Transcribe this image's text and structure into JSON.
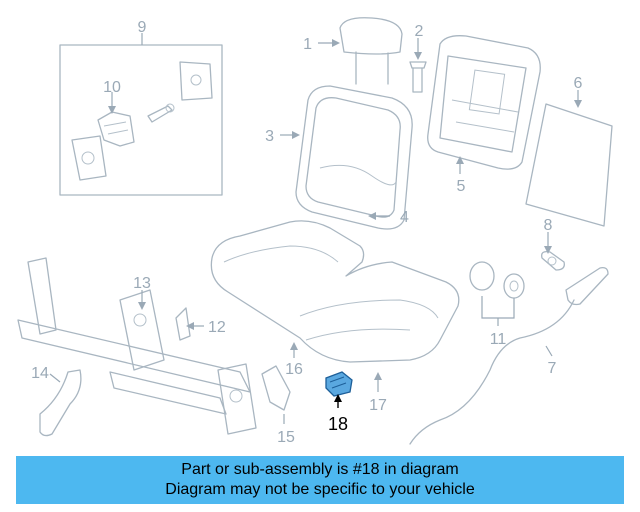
{
  "diagram": {
    "callouts": [
      "1",
      "2",
      "3",
      "4",
      "5",
      "6",
      "7",
      "8",
      "9",
      "10",
      "11",
      "12",
      "13",
      "14",
      "15",
      "16",
      "17",
      "18"
    ],
    "highlight_part": "18"
  },
  "banner": {
    "line1": "Part or sub-assembly is #18 in diagram",
    "line2": "Diagram may not be specific to your vehicle",
    "color": "#4db8f0"
  },
  "colors": {
    "line_art": "#a9b6c1",
    "highlight": "#3a8fd0"
  }
}
